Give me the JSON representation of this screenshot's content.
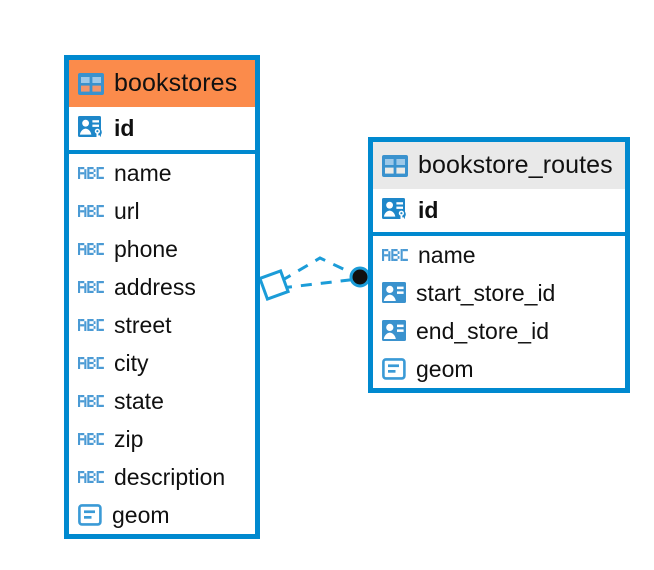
{
  "diagram": {
    "type": "entity-relationship-diagram",
    "background_color": "#ffffff",
    "accent_color": "#0089cf",
    "highlight_color": "#fb8b4b",
    "neutral_header_color": "#e9e9e9"
  },
  "tables": [
    {
      "name": "bookstores",
      "header_style": "accent",
      "table_icon": "table-icon",
      "fields": [
        {
          "label": "id",
          "icon": "primary-key-icon",
          "kind": "pk"
        },
        {
          "label": "name",
          "icon": "abc-text-icon",
          "kind": "text"
        },
        {
          "label": "url",
          "icon": "abc-text-icon",
          "kind": "text"
        },
        {
          "label": "phone",
          "icon": "abc-text-icon",
          "kind": "text"
        },
        {
          "label": "address",
          "icon": "abc-text-icon",
          "kind": "text"
        },
        {
          "label": "street",
          "icon": "abc-text-icon",
          "kind": "text"
        },
        {
          "label": "city",
          "icon": "abc-text-icon",
          "kind": "text"
        },
        {
          "label": "state",
          "icon": "abc-text-icon",
          "kind": "text"
        },
        {
          "label": "zip",
          "icon": "abc-text-icon",
          "kind": "text"
        },
        {
          "label": "description",
          "icon": "abc-text-icon",
          "kind": "text"
        },
        {
          "label": "geom",
          "icon": "geometry-icon",
          "kind": "geometry"
        }
      ]
    },
    {
      "name": "bookstore_routes",
      "header_style": "neutral",
      "table_icon": "table-icon",
      "fields": [
        {
          "label": "id",
          "icon": "primary-key-icon",
          "kind": "pk"
        },
        {
          "label": "name",
          "icon": "abc-text-icon",
          "kind": "text"
        },
        {
          "label": "start_store_id",
          "icon": "foreign-key-icon",
          "kind": "fk"
        },
        {
          "label": "end_store_id",
          "icon": "foreign-key-icon",
          "kind": "fk"
        },
        {
          "label": "geom",
          "icon": "geometry-icon",
          "kind": "geometry"
        }
      ]
    }
  ],
  "relationship": {
    "source_table": "bookstores",
    "target_table": "bookstore_routes",
    "source_endpoint_icon": "diamond-endpoint-icon",
    "target_endpoint_icon": "circle-endpoint-icon",
    "line_style": "dashed",
    "line_color": "#1b9cd8"
  },
  "icon_glyphs": {
    "abc-text-icon": "ABC",
    "table-icon": "grid",
    "primary-key-icon": "id-card-with-key",
    "foreign-key-icon": "id-card",
    "geometry-icon": "rounded-rect-with-lines"
  }
}
